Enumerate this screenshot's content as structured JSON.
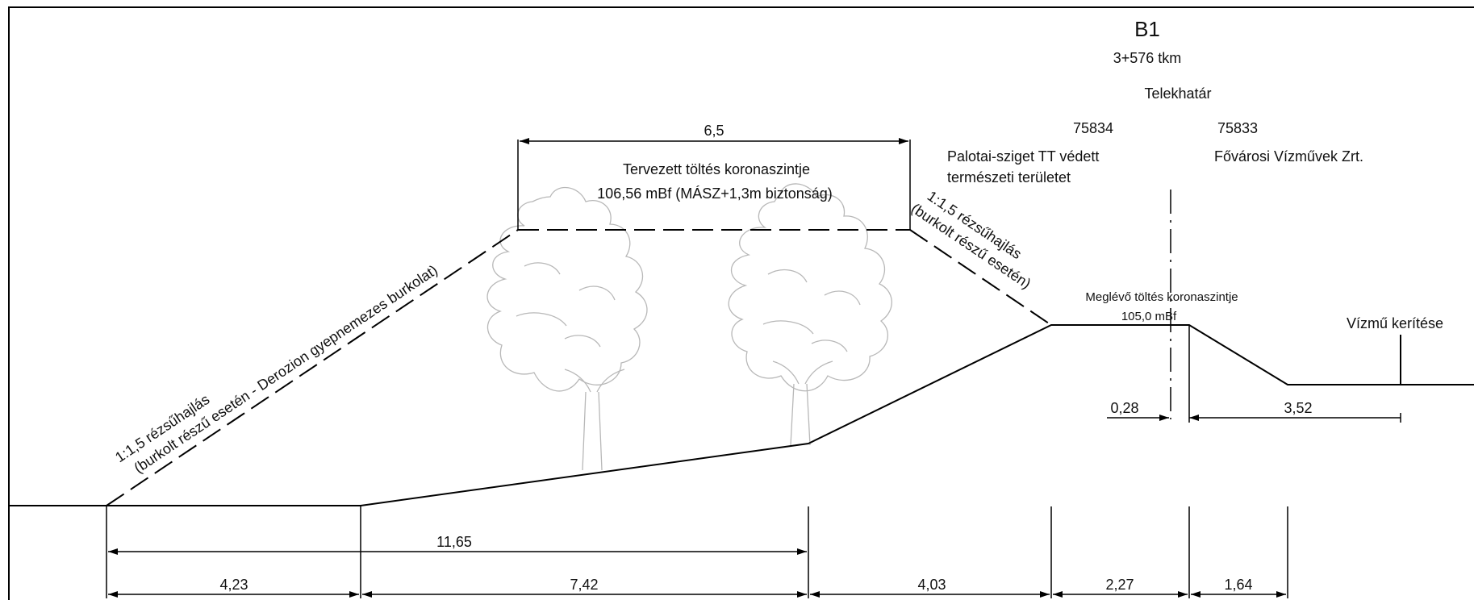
{
  "header": {
    "section_id": "B1",
    "chainage": "3+576 tkm",
    "boundary_label": "Telekhatár"
  },
  "parcels": {
    "left_number": "75834",
    "left_owner_line1": "Palotai-sziget TT védett",
    "left_owner_line2": "természeti területet",
    "right_number": "75833",
    "right_owner": "Fővárosi Vízművek Zrt."
  },
  "crest": {
    "width": "6,5",
    "title": "Tervezett töltés koronaszintje",
    "level": "106,56 mBf (MÁSZ+1,3m biztonság)"
  },
  "slopes": {
    "left_line1": "1:1,5 rézsűhajlás",
    "left_line2": "(burkolt részű esetén - Derozion gyepnemezes burkolat)",
    "right_line1": "1:1,5 rézsűhajlás",
    "right_line2": "(burkolt részű esetén)"
  },
  "existing": {
    "title": "Meglévő töltés koronaszintje",
    "level": "105,0 mBf"
  },
  "fence_label": "Vízmű kerítése",
  "dimensions": {
    "d_0_28": "0,28",
    "d_3_52": "3,52",
    "d_11_65": "11,65",
    "d_4_23": "4,23",
    "d_7_42": "7,42",
    "d_4_03": "4,03",
    "d_2_27": "2,27",
    "d_1_64": "1,64"
  },
  "icons": {
    "tree_left": "tree-icon",
    "tree_right": "tree-icon"
  }
}
